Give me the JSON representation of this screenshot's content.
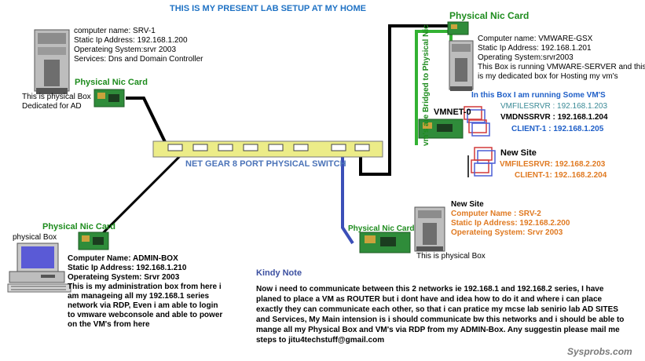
{
  "title": "THIS IS MY PRESENT LAB SETUP AT MY HOME",
  "srv1": {
    "lines": [
      "computer name: SRV-1",
      "Static Ip Address: 192.168.1.200",
      "Operateing System:srvr 2003",
      "Services: Dns and Domain Controller"
    ],
    "nic_label": "Physical Nic Card",
    "box_note": [
      "This is physical Box",
      "Dedicated for AD"
    ]
  },
  "admin": {
    "nic_label": "Physical Nic Card",
    "box_label": "physical Box",
    "bold_lines": [
      "Computer Name: ADMIN-BOX",
      "Static Ip Address: 192.168.1.210",
      "Operateing System: Srvr 2003"
    ],
    "desc_lines": [
      "This is my administration box from here i",
      "am manageing all my 192.168.1 series",
      "network via RDP, Even i am able to login",
      "to vmware webconsole and able to power",
      "on the VM's from here"
    ]
  },
  "switch_label": "NET GEAR 8 PORT PHYSICAL SWITCH",
  "gsx": {
    "nic_label": "Physical Nic Card",
    "lines": [
      "Computer name: VMWARE-GSX",
      "Static Ip Address: 192.168.1.201",
      "Operating System:srvr2003",
      "This Box is running VMWARE-SERVER and this",
      "is my dedicated box for Hosting my vm's"
    ],
    "running_note": "In this Box I am running Some VM'S",
    "vertical_note": "vm's are Bridged to Physical Nic",
    "vmnet": "VMNET-0",
    "vm1": "VMFILESRVR : 192.168.1.203",
    "vm2": "VMDNSSRVR : 192.168.1.204",
    "vm3": "CLIENT-1 : 192.168.1.205",
    "new_site_label": "New Site",
    "vm4": "VMFILESRVR: 192.168.2.203",
    "vm5": "CLIENT-1: 192..168.2.204"
  },
  "srv2": {
    "new_site_label": "New Site",
    "lines": [
      "Computer Name : SRV-2",
      "Static Ip Address: 192.168.2.200",
      "Operateing System: Srvr 2003"
    ],
    "nic_label": "Physical Nic Card",
    "box_note": "This is physical Box"
  },
  "note": {
    "heading": "Kindy Note",
    "body": "Now i need to communicate between this 2 networks ie 192.168.1 and 192.168.2 series, I have planed to place a VM as ROUTER but i dont have and idea how to do it and where i can place exactly they can communicate each other, so that i can pratice my mcse lab senirio lab AD SITES and Services, My Main intension is i should communicate bw this networks and i should be able to mange all my Physical Box and VM's via RDP from my ADMIN-Box. Any suggestin please mail me steps to jitu4techstuff@gmail.com"
  },
  "watermark": "Sysprobs.com",
  "colors": {
    "title": "#1f72c4",
    "nic_label": "#1e8c1e",
    "orange": "#e07a22",
    "blue": "#1f5fc8",
    "switch_label": "#4b73b8",
    "cable_black": "#000000",
    "cable_blue": "#3b4fb8",
    "cable_green": "#33b233"
  }
}
